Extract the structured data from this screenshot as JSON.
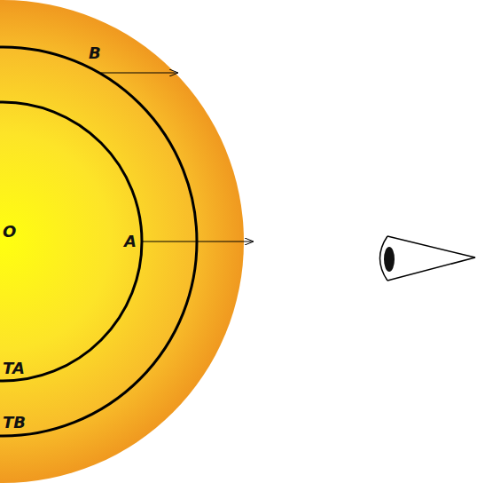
{
  "diagram": {
    "labels": [
      "O",
      "A",
      "B",
      "TA",
      "TB"
    ]
  }
}
